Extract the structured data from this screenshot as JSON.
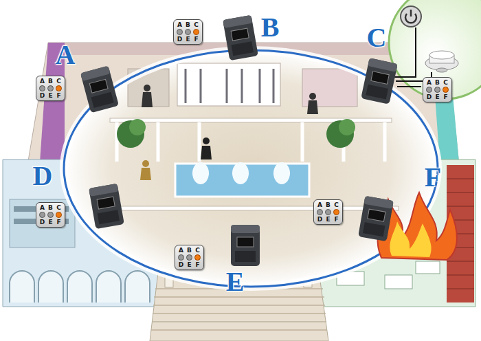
{
  "diagram": {
    "nodes": [
      {
        "text": [
          "A",
          "B",
          "C",
          "D",
          "E",
          "F"
        ]
      },
      {
        "text": [
          "A",
          "B",
          "C",
          "D",
          "E",
          "F"
        ]
      },
      {
        "text": [
          "A",
          "B",
          "C",
          "D",
          "E",
          "F"
        ]
      },
      {
        "text": [
          "A",
          "B",
          "C",
          "D",
          "E",
          "F"
        ]
      },
      {
        "text": [
          "A",
          "B",
          "C",
          "D",
          "E",
          "F"
        ]
      },
      {
        "text": [
          "A",
          "B",
          "C",
          "D",
          "E",
          "F"
        ]
      }
    ],
    "labels": [
      "A",
      "B",
      "C",
      "D",
      "E",
      "F"
    ]
  }
}
